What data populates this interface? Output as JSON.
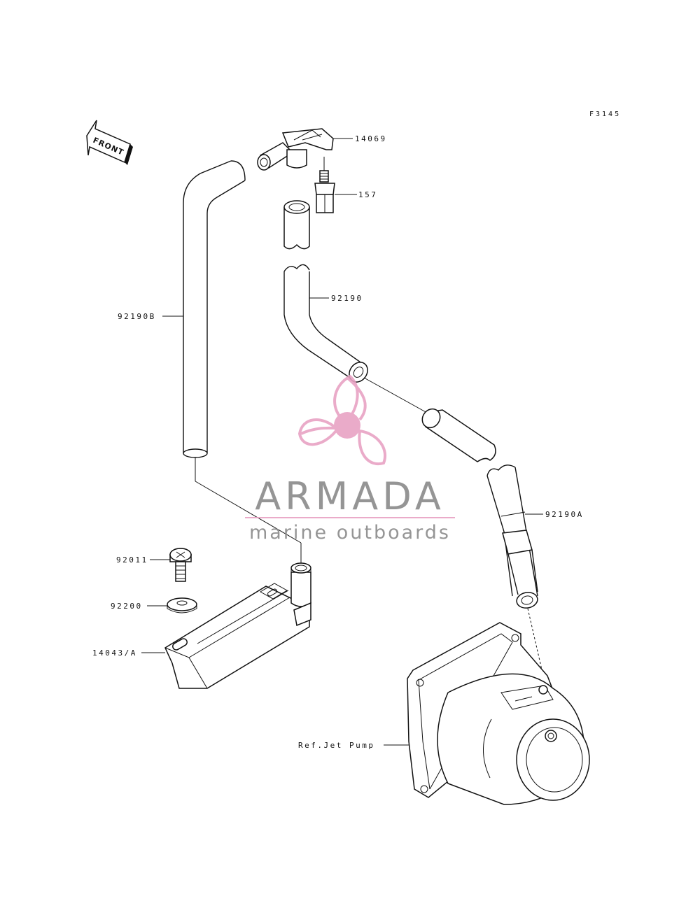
{
  "figure_code": "F3145",
  "front_arrow": {
    "text": "FRONT"
  },
  "parts": {
    "p14069": "14069",
    "p157": "157",
    "p92190": "92190",
    "p92190B": "92190B",
    "p92190A": "92190A",
    "p92011": "92011",
    "p92200": "92200",
    "p14043A": "14043/A",
    "jetpump": "Ref.Jet Pump"
  },
  "watermark": {
    "title": "ARMADA",
    "subtitle": "marine outboards",
    "colors": {
      "pink": "#e8a3c4",
      "grey": "#8a8a8a"
    }
  }
}
